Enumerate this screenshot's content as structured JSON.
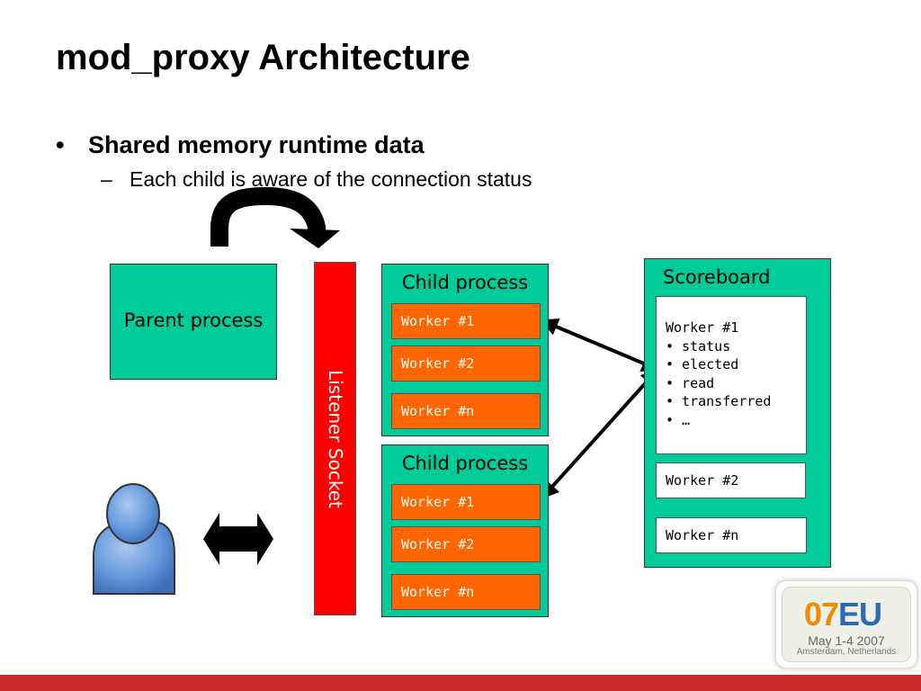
{
  "slide": {
    "title": "mod_proxy Architecture",
    "bullet": "Shared memory runtime data",
    "bullet_mark": "•",
    "sub_bullet": "Each child is aware of the connection status",
    "sub_bullet_mark": "–"
  },
  "diagram": {
    "parent_process": "Parent process",
    "listener_socket": "Listener Socket",
    "children": [
      {
        "title": "Child process",
        "workers": [
          "Worker #1",
          "Worker #2",
          "Worker #n"
        ]
      },
      {
        "title": "Child process",
        "workers": [
          "Worker #1",
          "Worker #2",
          "Worker #n"
        ]
      }
    ],
    "scoreboard": {
      "title": "Scoreboard",
      "worker1": {
        "label": "Worker #1",
        "fields": [
          "• status",
          "• elected",
          "• read",
          "• transferred",
          "• …"
        ]
      },
      "worker2": "Worker #2",
      "workern": "Worker #n"
    },
    "colors": {
      "box_green": "#00cc99",
      "listener_red": "#ff0000",
      "worker_orange": "#ff6600",
      "footer_red": "#cc2a2a",
      "user_blue": "#6699dd"
    },
    "icons": [
      "user-icon",
      "curved-arrow-icon",
      "double-arrow-icon"
    ]
  },
  "logo": {
    "num": "07",
    "suffix": "EU",
    "date": "May 1-4 2007",
    "location": "Amsterdam, Netherlands"
  }
}
